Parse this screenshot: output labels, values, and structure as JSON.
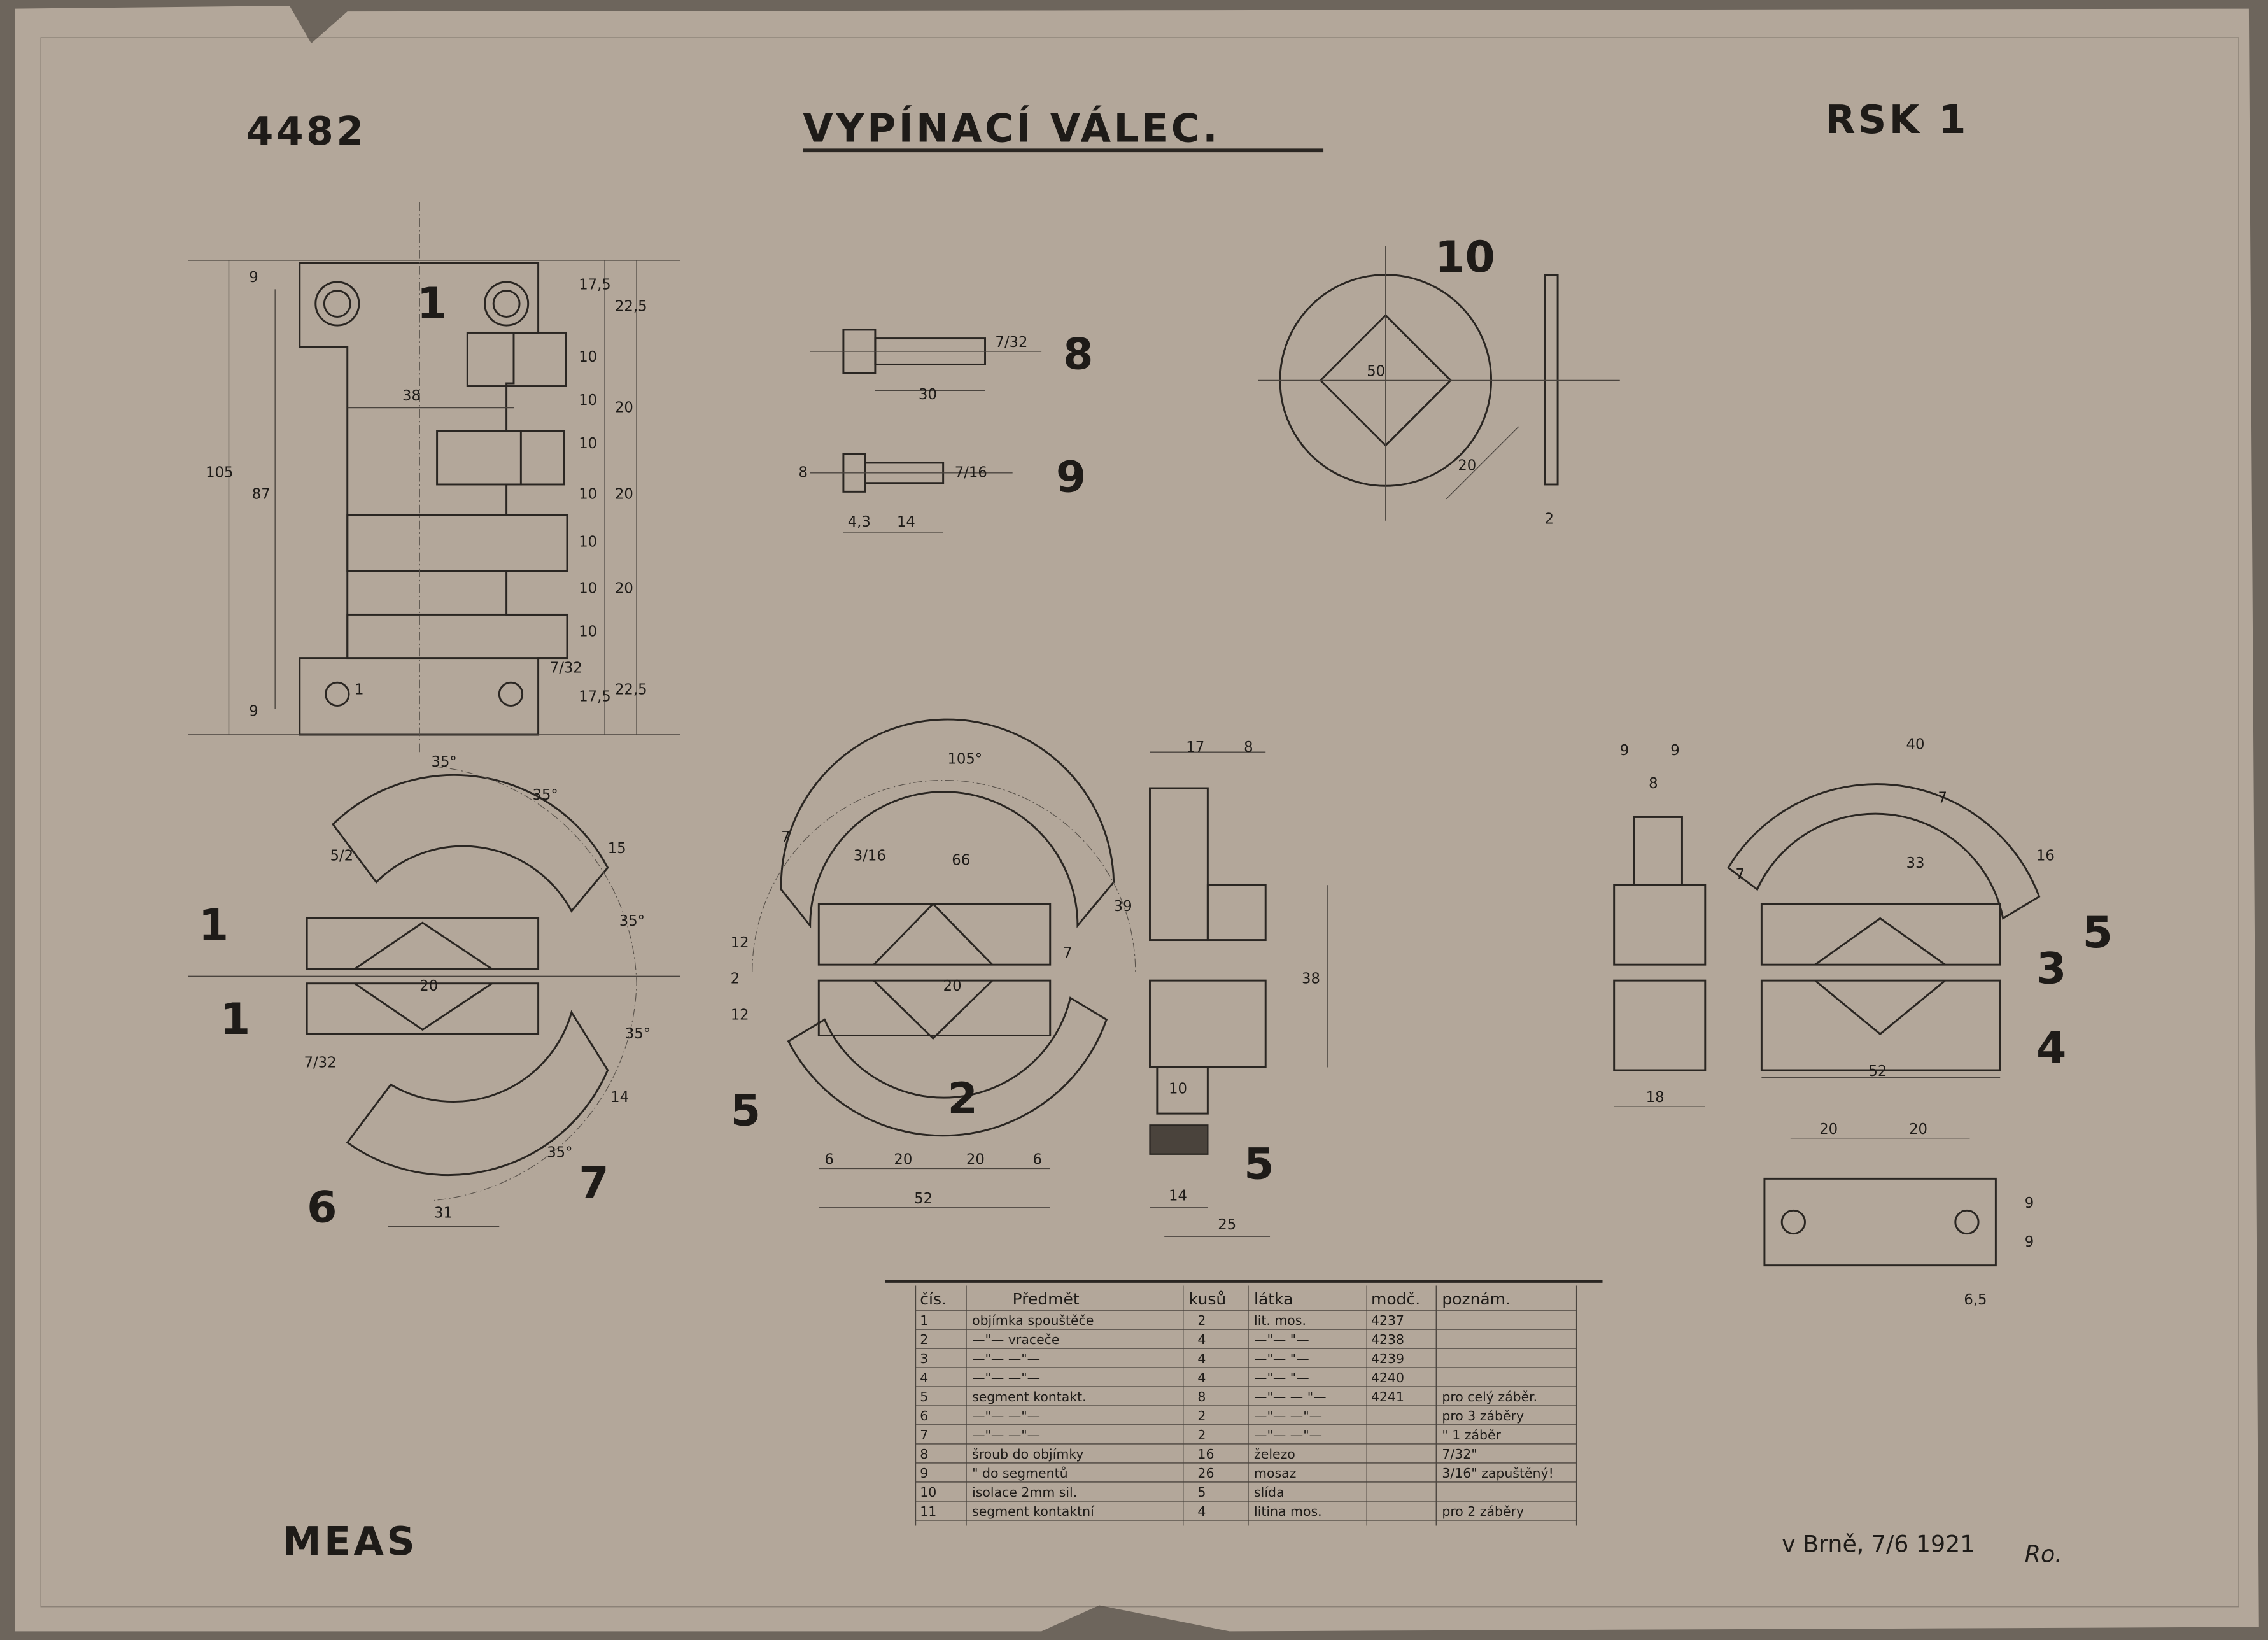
{
  "drawing": {
    "number": "4482",
    "title": "VYPÍNACÍ VÁLEC.",
    "code": "RSK 1",
    "maker": "MEAS",
    "signature": "v Brně, 7/6 1921",
    "signature_initials": "Ro.",
    "part_labels": [
      "1",
      "8",
      "9",
      "10",
      "1",
      "1",
      "2",
      "5",
      "6",
      "7",
      "5",
      "3",
      "4",
      "5"
    ],
    "dims": {
      "p1": [
        "9",
        "1",
        "17,5",
        "22,5",
        "10",
        "20",
        "38",
        "10",
        "10",
        "20",
        "10",
        "10",
        "105",
        "87",
        "10",
        "20",
        "10",
        "22,5",
        "17,5",
        "7/32",
        "9"
      ],
      "p8": [
        "7/32",
        "30"
      ],
      "p9": [
        "8",
        "7/16",
        "4,3",
        "14"
      ],
      "p10": [
        "50",
        "20",
        "2"
      ],
      "ring1": [
        "35°",
        "35°",
        "15",
        "35°",
        "35°",
        "14",
        "35°",
        "7/32",
        "20",
        "31",
        "5/2"
      ],
      "ring2": [
        "105°",
        "7",
        "66",
        "3/16",
        "12",
        "2",
        "12",
        "20",
        "6",
        "20",
        "20",
        "6",
        "52",
        "7",
        "39"
      ],
      "side": [
        "17",
        "8",
        "38",
        "10",
        "14",
        "25"
      ],
      "p3": [
        "9",
        "9",
        "8",
        "18",
        "40",
        "7",
        "33",
        "16",
        "7",
        "52"
      ],
      "p11": [
        "20",
        "20",
        "9",
        "9",
        "6,5"
      ]
    },
    "table": {
      "headers": [
        "čís.",
        "Předmět",
        "kusů",
        "látka",
        "modč.",
        "poznám."
      ],
      "rows": [
        [
          "1",
          "objímka spouštěče",
          "2",
          "lit. mos.",
          "4237",
          ""
        ],
        [
          "2",
          "—\"— vraceče",
          "4",
          "—\"— \"—",
          "4238",
          ""
        ],
        [
          "3",
          "—\"— —\"—",
          "4",
          "—\"— \"—",
          "4239",
          ""
        ],
        [
          "4",
          "—\"— —\"—",
          "4",
          "—\"— \"—",
          "4240",
          ""
        ],
        [
          "5",
          "segment kontakt.",
          "8",
          "—\"— — \"—",
          "4241",
          "pro celý záběr."
        ],
        [
          "6",
          "—\"— —\"—",
          "2",
          "—\"— —\"—",
          "",
          "pro 3 záběry"
        ],
        [
          "7",
          "—\"— —\"—",
          "2",
          "—\"— —\"—",
          "",
          "\" 1 záběr"
        ],
        [
          "8",
          "šroub do objímky",
          "16",
          "železo",
          "",
          "7/32\""
        ],
        [
          "9",
          "\" do segmentů",
          "26",
          "mosaz",
          "",
          "3/16\" zapuštěný!"
        ],
        [
          "10",
          "isolace 2mm sil.",
          "5",
          "slída",
          "",
          ""
        ],
        [
          "11",
          "segment kontaktní",
          "4",
          "litina mos.",
          "",
          "pro 2 záběry"
        ]
      ]
    },
    "colors": {
      "paper": "#b3a79a",
      "ink": "#2a2622"
    }
  }
}
